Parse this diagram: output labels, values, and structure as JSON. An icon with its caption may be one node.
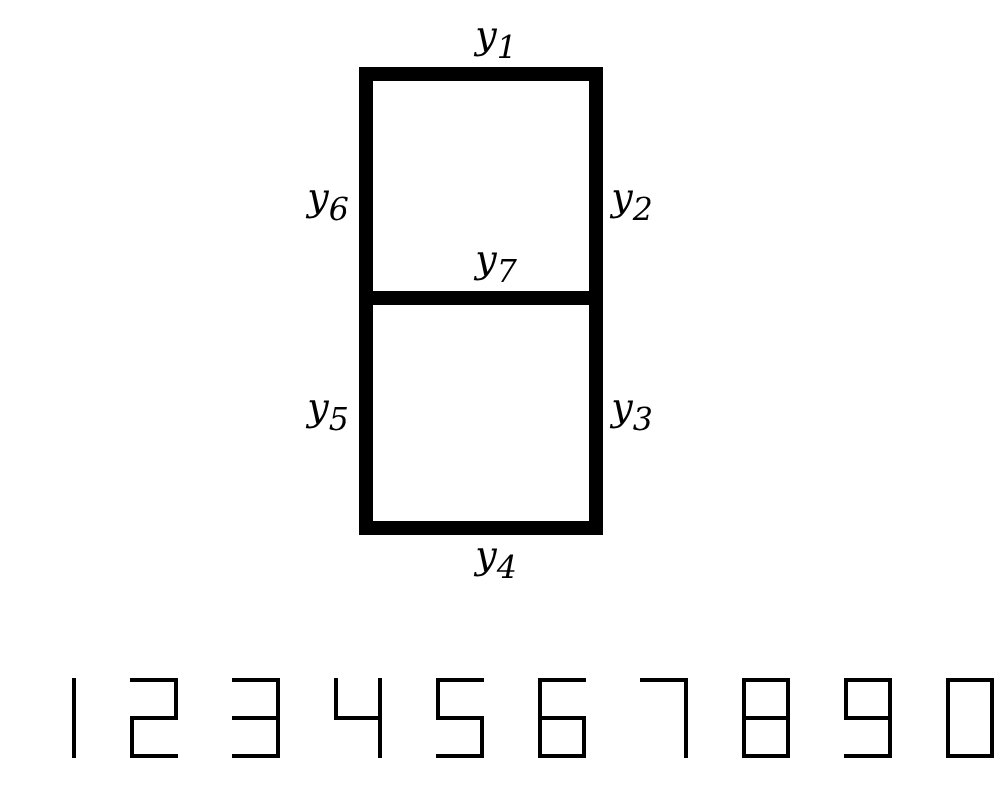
{
  "diagram": {
    "labels": [
      "y$_{1}$",
      "y$_{6}$",
      "y$_{2}$",
      "y$_{7}$",
      "y$_{5}$",
      "y$_{3}$",
      "y$_{4}$"
    ]
  }
}
